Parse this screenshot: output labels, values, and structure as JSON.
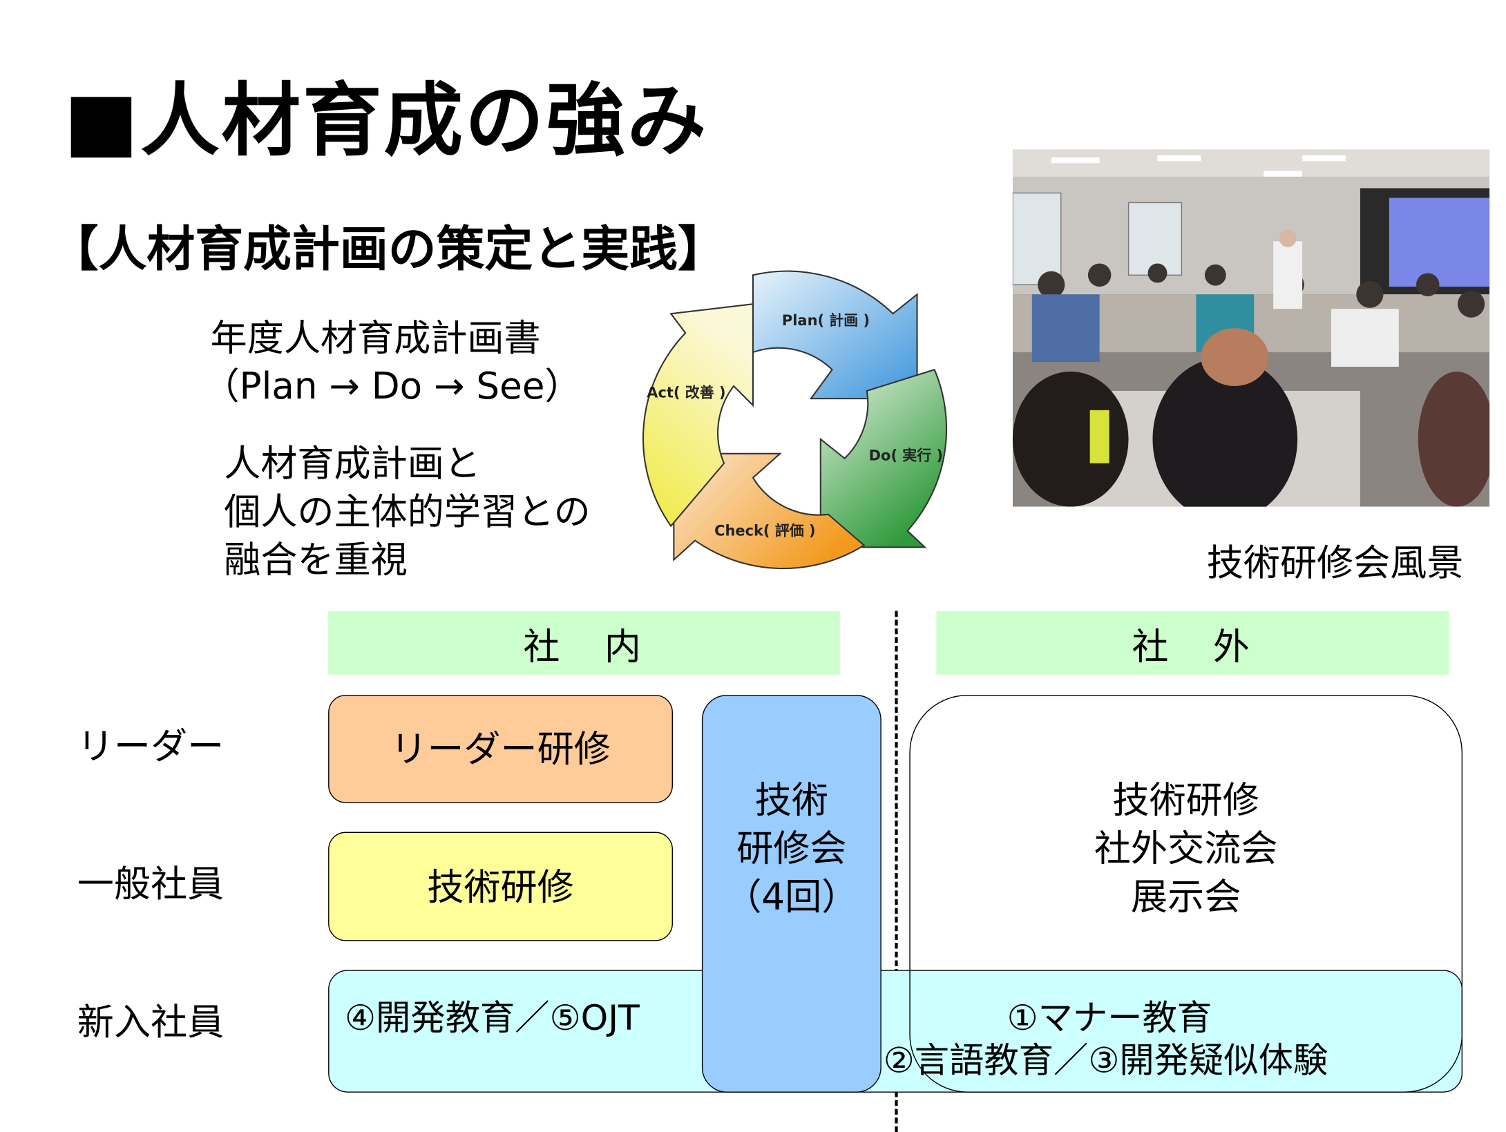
{
  "title": "■人材育成の強み",
  "subtitle": "【人材育成計画の策定と実践】",
  "plan_doc": {
    "line1": "年度人材育成計画書",
    "line2": "（Plan → Do → See）"
  },
  "fusion": {
    "line1": "人材育成計画と",
    "line2": "個人の主体的学習との",
    "line3": "融合を重視"
  },
  "cycle": {
    "plan": "Plan( 計画 )",
    "do": "Do( 実行 )",
    "check": "Check( 評価 )",
    "act": "Act( 改善 )"
  },
  "photo_caption": "技術研修会風景",
  "headers": {
    "internal": "社　内",
    "external": "社　外"
  },
  "rows": {
    "leader": "リーダー",
    "general": "一般社員",
    "new": "新入社員"
  },
  "boxes": {
    "leader_training": "リーダー研修",
    "tech_training": "技術研修",
    "tech_meeting": {
      "line1": "技術",
      "line2": "研修会",
      "line3": "（4回）"
    },
    "external": {
      "line1": "技術研修",
      "line2": "社外交流会",
      "line3": "展示会"
    },
    "new_internal": "④開発教育／⑤OJT",
    "new_external1": "①マナー教育",
    "new_external2": "②言語教育／③開発疑似体験"
  },
  "colors": {
    "header": "#ccffcc",
    "leader": "#ffcc99",
    "tech": "#ffff99",
    "new": "#ccffff",
    "meeting": "#99ccff"
  }
}
